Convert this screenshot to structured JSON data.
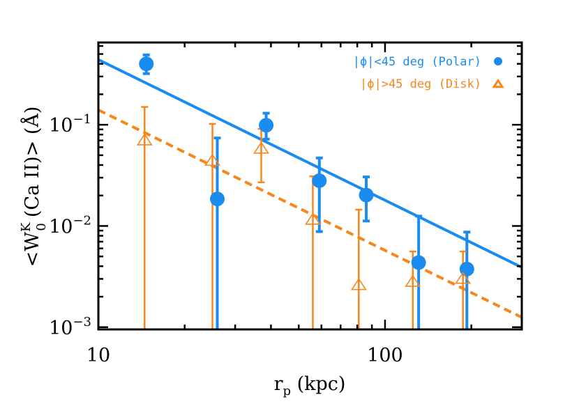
{
  "chart_data": {
    "type": "scatter",
    "title": "",
    "xlabel": {
      "main": "r",
      "sub": "p",
      "rest": " (kpc)"
    },
    "ylabel": {
      "pre": "<W",
      "sup": "K",
      "sub": "0",
      "rest": "(Ca II)> (Å)"
    },
    "xscale": "log",
    "yscale": "log",
    "xlim": [
      10,
      300
    ],
    "ylim": [
      0.00095,
      0.65
    ],
    "grid": false,
    "legend_position": "top-right",
    "x_ticks": [
      {
        "value": 10,
        "label": "10"
      },
      {
        "value": 100,
        "label": "100"
      }
    ],
    "y_ticks": [
      {
        "value": 0.001,
        "base": "10",
        "exp": "−3"
      },
      {
        "value": 0.01,
        "base": "10",
        "exp": "−2"
      },
      {
        "value": 0.1,
        "base": "10",
        "exp": "−1"
      }
    ],
    "series": [
      {
        "name": "|ϕ|<45 deg (Polar)",
        "color": "#1a8cf0",
        "marker": "filled-circle",
        "points": [
          {
            "x": 14.7,
            "y": 0.4,
            "lo": 0.32,
            "hi": 0.49
          },
          {
            "x": 26.0,
            "y": 0.0185,
            "lo": 0.00095,
            "hi": 0.074
          },
          {
            "x": 38.5,
            "y": 0.099,
            "lo": 0.072,
            "hi": 0.13
          },
          {
            "x": 59.0,
            "y": 0.028,
            "lo": 0.0088,
            "hi": 0.047
          },
          {
            "x": 86.0,
            "y": 0.0202,
            "lo": 0.0112,
            "hi": 0.0305
          },
          {
            "x": 131.0,
            "y": 0.00435,
            "lo": 0.00095,
            "hi": 0.0125
          },
          {
            "x": 193.0,
            "y": 0.00375,
            "lo": 0.00095,
            "hi": 0.0087
          }
        ],
        "fit": {
          "x": [
            10,
            300
          ],
          "y": [
            0.44,
            0.0039
          ],
          "style": "solid"
        }
      },
      {
        "name": "|ϕ|>45 deg (Disk)",
        "color": "#f7861b",
        "marker": "open-triangle",
        "points": [
          {
            "x": 14.5,
            "y": 0.07,
            "lo": 0.00095,
            "hi": 0.15
          },
          {
            "x": 25.0,
            "y": 0.044,
            "lo": 0.00095,
            "hi": 0.102
          },
          {
            "x": 37.0,
            "y": 0.058,
            "lo": 0.027,
            "hi": 0.091
          },
          {
            "x": 56.0,
            "y": 0.0115,
            "lo": 0.00095,
            "hi": 0.031
          },
          {
            "x": 81.0,
            "y": 0.0026,
            "lo": 0.00095,
            "hi": 0.0145
          },
          {
            "x": 125.0,
            "y": 0.0028,
            "lo": 0.00095,
            "hi": 0.0056
          },
          {
            "x": 187.0,
            "y": 0.003,
            "lo": 0.00095,
            "hi": 0.0056
          }
        ],
        "fit": {
          "x": [
            10,
            300
          ],
          "y": [
            0.14,
            0.00125
          ],
          "style": "dashed"
        }
      }
    ]
  }
}
